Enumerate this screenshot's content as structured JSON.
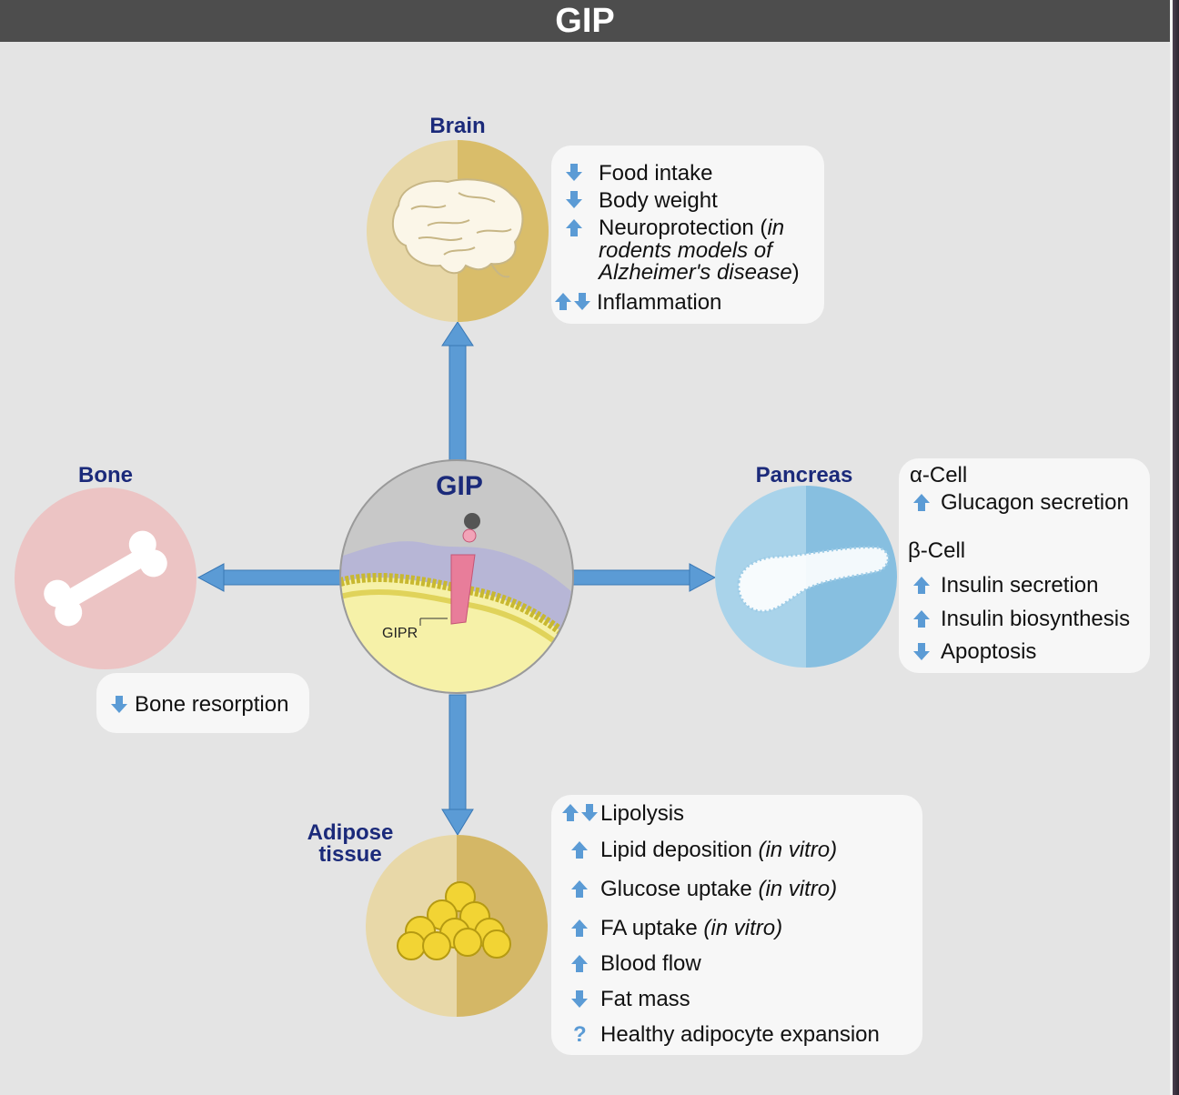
{
  "title": "GIP",
  "center": {
    "label": "GIP",
    "receptor_label": "GIPR"
  },
  "brain": {
    "label": "Brain",
    "effects": [
      {
        "dir": "down",
        "text": "Food intake"
      },
      {
        "dir": "down",
        "text": "Body weight"
      },
      {
        "dir": "up",
        "text_pre": "Neuroprotection (",
        "text_italic_1": "in",
        "text_italic_2": "rodents models of",
        "text_italic_3": "Alzheimer's disease",
        "text_post": ")"
      },
      {
        "dir": "updown",
        "text": "Inflammation"
      }
    ]
  },
  "bone": {
    "label": "Bone",
    "effects": [
      {
        "dir": "down",
        "text": "Bone resorption"
      }
    ]
  },
  "pancreas": {
    "label": "Pancreas",
    "alpha_label": "α-Cell",
    "alpha_effects": [
      {
        "dir": "up",
        "text": "Glucagon secretion"
      }
    ],
    "beta_label": "β-Cell",
    "beta_effects": [
      {
        "dir": "up",
        "text": "Insulin secretion"
      },
      {
        "dir": "up",
        "text": "Insulin biosynthesis"
      },
      {
        "dir": "down",
        "text": "Apoptosis"
      }
    ]
  },
  "adipose": {
    "label_line1": "Adipose",
    "label_line2": "tissue",
    "effects": [
      {
        "dir": "updown",
        "text": "Lipolysis"
      },
      {
        "dir": "up",
        "text": "Lipid deposition",
        "note": "(in vitro)"
      },
      {
        "dir": "up",
        "text": "Glucose uptake",
        "note": "(in vitro)"
      },
      {
        "dir": "up",
        "text": "FA uptake",
        "note": "(in vitro)"
      },
      {
        "dir": "up",
        "text": "Blood flow"
      },
      {
        "dir": "down",
        "text": "Fat mass"
      },
      {
        "dir": "unknown",
        "symbol": "?",
        "text": "Healthy adipocyte expansion"
      }
    ]
  },
  "colors": {
    "title_bar": "#4d4d4d",
    "background": "#e4e4e4",
    "label_blue": "#1b2a7a",
    "arrow_blue": "#5b9bd5",
    "brain_circle": [
      "#e8d8a8",
      "#d9bd6a"
    ],
    "bone_circle": "#ecc4c4",
    "pancreas_circle": [
      "#a9d3ea",
      "#87bfe0"
    ],
    "adipose_circle": [
      "#e8d8a8",
      "#d4b766"
    ]
  },
  "icons": {
    "brain": "brain-icon",
    "bone": "bone-icon",
    "pancreas": "pancreas-icon",
    "adipose": "fat-cells-icon",
    "up": "up-arrow-icon",
    "down": "down-arrow-icon"
  }
}
